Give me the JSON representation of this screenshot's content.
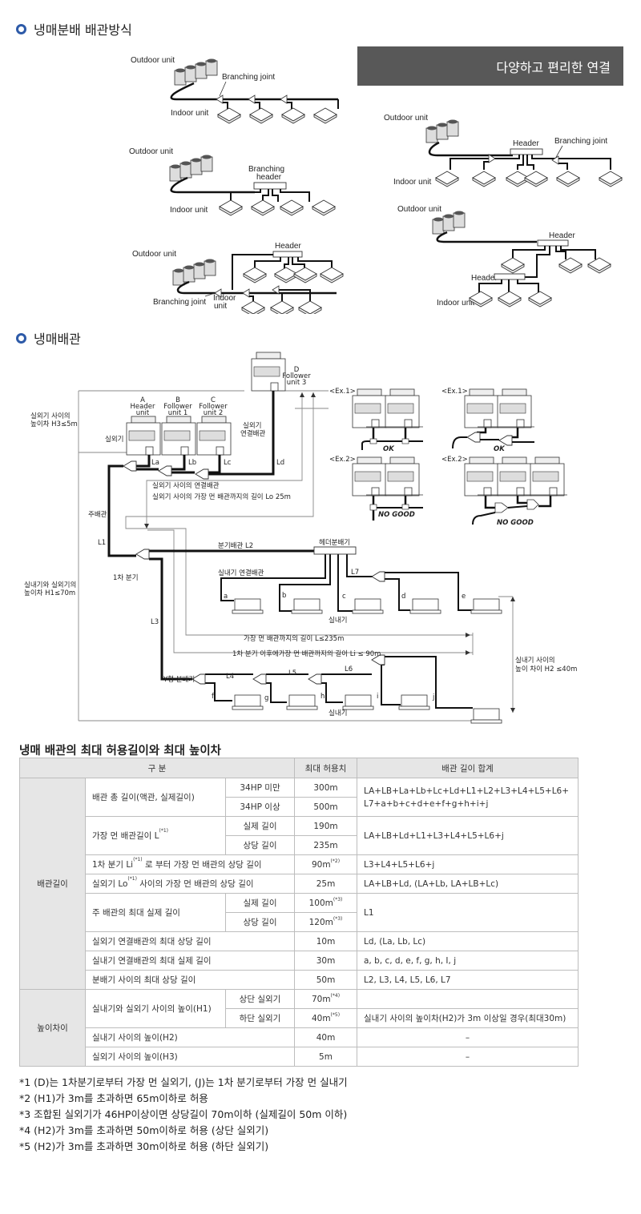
{
  "section1": {
    "title": "냉매분배 배관방식",
    "banner": "다양하고 편리한 연결",
    "diagram1": {
      "outdoor": "Outdoor unit",
      "joint": "Branching joint",
      "indoor": "Indoor unit"
    },
    "diagram2": {
      "outdoor": "Outdoor unit",
      "header1": "Branching",
      "header2": "header",
      "indoor": "Indoor unit"
    },
    "diagram3": {
      "outdoor": "Outdoor unit",
      "header": "Header",
      "joint": "Branching joint",
      "indoor1": "Indoor",
      "indoor2": "unit"
    },
    "diagram4": {
      "outdoor": "Outdoor unit",
      "header": "Header",
      "joint": "Branching joint",
      "indoor": "Indoor unit"
    },
    "diagram5": {
      "outdoor": "Outdoor unit",
      "header_top": "Header",
      "header_bottom": "Header",
      "indoor": "Indoor unit"
    }
  },
  "section2": {
    "title": "냉매배관",
    "labels": {
      "unit_a": [
        "A",
        "Header",
        "unit"
      ],
      "unit_b": [
        "B",
        "Follower",
        "unit 1"
      ],
      "unit_c": [
        "C",
        "Follower",
        "unit 2"
      ],
      "unit_d": [
        "D",
        "Follower",
        "unit 3"
      ],
      "h3_1": "실외기 사이의",
      "h3_2": "높이차 H3≤5m",
      "outdoor": "실외기",
      "outdoor_conn_1": "실외기",
      "outdoor_conn_2": "연결배관",
      "la": "La",
      "lb": "Lb",
      "lc": "Lc",
      "ld": "Ld",
      "between_outdoor": "실외기 사이의 연결배관",
      "lo_limit": "실외기 사이의 가장 먼 배관까지의 길이 Lo  25m",
      "main_pipe": "주배관",
      "l1": "L1",
      "branch_pipe": "분기배관 L2",
      "header_dist": "헤더분배기",
      "first_branch": "1차 분기",
      "h1_1": "실내기와 실외기의",
      "h1_2": "높이차 H1≤70m",
      "indoor_conn": "실내기 연결배관",
      "l7": "L7",
      "l3": "L3",
      "l4": "L4",
      "l5": "L5",
      "l6": "L6",
      "indoor": "실내기",
      "farthest": "가장 먼 배관까지의 길이 L≤235m",
      "after_first": "1차 분기 이후에가장 먼 배관까지의 길이 Li ≤ 90m",
      "h2_1": "실내기 사이의",
      "h2_2": "높이 차이 H2 ≤40m",
      "y_branch": "Y형 분배기",
      "letters": [
        "a",
        "b",
        "c",
        "d",
        "e",
        "f",
        "g",
        "h",
        "i",
        "j"
      ],
      "ex1": "<Ex.1>",
      "ex2": "<Ex.2>",
      "ok": "OK",
      "no_good": "NO GOOD"
    }
  },
  "table": {
    "title": "냉매 배관의 최대 허용길이와 최대 높이차",
    "headers": [
      "구 분",
      "최대 허용치",
      "배관 길이 합계"
    ],
    "cat1": "배관길이",
    "cat2": "높이차이",
    "rows": {
      "total_len": "배관 총 길이(액관, 실제길이)",
      "under34": "34HP 미만",
      "under34_v": "300m",
      "over34": "34HP 이상",
      "over34_v": "500m",
      "total_sum": "LA+LB+La+Lb+Lc+Ld+L1+L2+L3+L4+L5+L6+ L7+a+b+c+d+e+f+g+h+i+j",
      "farthest": "가장 먼 배관길이 L",
      "farthest_sup": "(*1)",
      "actual": "실제 길이",
      "actual_v": "190m",
      "equiv": "상당 길이",
      "equiv_v": "235m",
      "farthest_sum": "LA+LB+Ld+L1+L3+L4+L5+L6+j",
      "first_branch_a": "1차 분기 Li",
      "first_branch_sup": "(*1)",
      "first_branch_b": " 로 부터 가장 먼 배관의 상당 길이",
      "first_branch_v": "90m",
      "first_branch_vsup": "(*2)",
      "first_branch_sum": "L3+L4+L5+L6+j",
      "lo_a": "실외기 Lo",
      "lo_sup": "(*1)",
      "lo_b": " 사이의 가장 먼 배관의 상당 길이",
      "lo_v": "25m",
      "lo_sum": "LA+LB+Ld, (LA+Lb, LA+LB+Lc)",
      "main": "주 배관의 최대 실제 길이",
      "main_actual": "실제 길이",
      "main_actual_v": "100m",
      "main_actual_sup": "(*3)",
      "main_equiv": "상당 길이",
      "main_equiv_v": "120m",
      "main_equiv_sup": "(*3)",
      "main_sum": "L1",
      "out_conn": "실외기 연결배관의 최대 상당 길이",
      "out_conn_v": "10m",
      "out_conn_sum": "Ld, (La, Lb, Lc)",
      "in_conn": "실내기 연결배관의 최대 실제 길이",
      "in_conn_v": "30m",
      "in_conn_sum": "a, b, c, d, e, f, g, h, I, j",
      "dist": "분배기 사이의 최대 상당 길이",
      "dist_v": "50m",
      "dist_sum": "L2, L3, L4, L5, L6, L7",
      "h1": "실내기와 실외기 사이의 높이(H1)",
      "upper": "상단 실외기",
      "upper_v": "70m",
      "upper_sup": "(*4)",
      "lower": "하단 실외기",
      "lower_v": "40m",
      "lower_sup": "(*5)",
      "h1_sum": "실내기 사이의 높이차(H2)가 3m 이상일 경우(최대30m)",
      "h2": "실내기 사이의 높이(H2)",
      "h2_v": "40m",
      "h2_sum": "–",
      "h3": "실외기 사이의 높이(H3)",
      "h3_v": "5m",
      "h3_sum": "–"
    }
  },
  "notes": [
    "*1 (D)는 1차분기로부터 가장 먼 실외기, (J)는 1차 분기로부터 가장 먼 실내기",
    "*2 (H1)가 3m를 초과하면 65m이하로 허용",
    "*3 조합된 실외기가 46HP이상이면 상당길이 70m이하 (실제길이 50m 이하)",
    "*4 (H2)가 3m를 초과하면 50m이하로 허용 (상단 실외기)",
    "*5 (H2)가 3m를 초과하면 30m이하로 허용 (하단 실외기)"
  ]
}
